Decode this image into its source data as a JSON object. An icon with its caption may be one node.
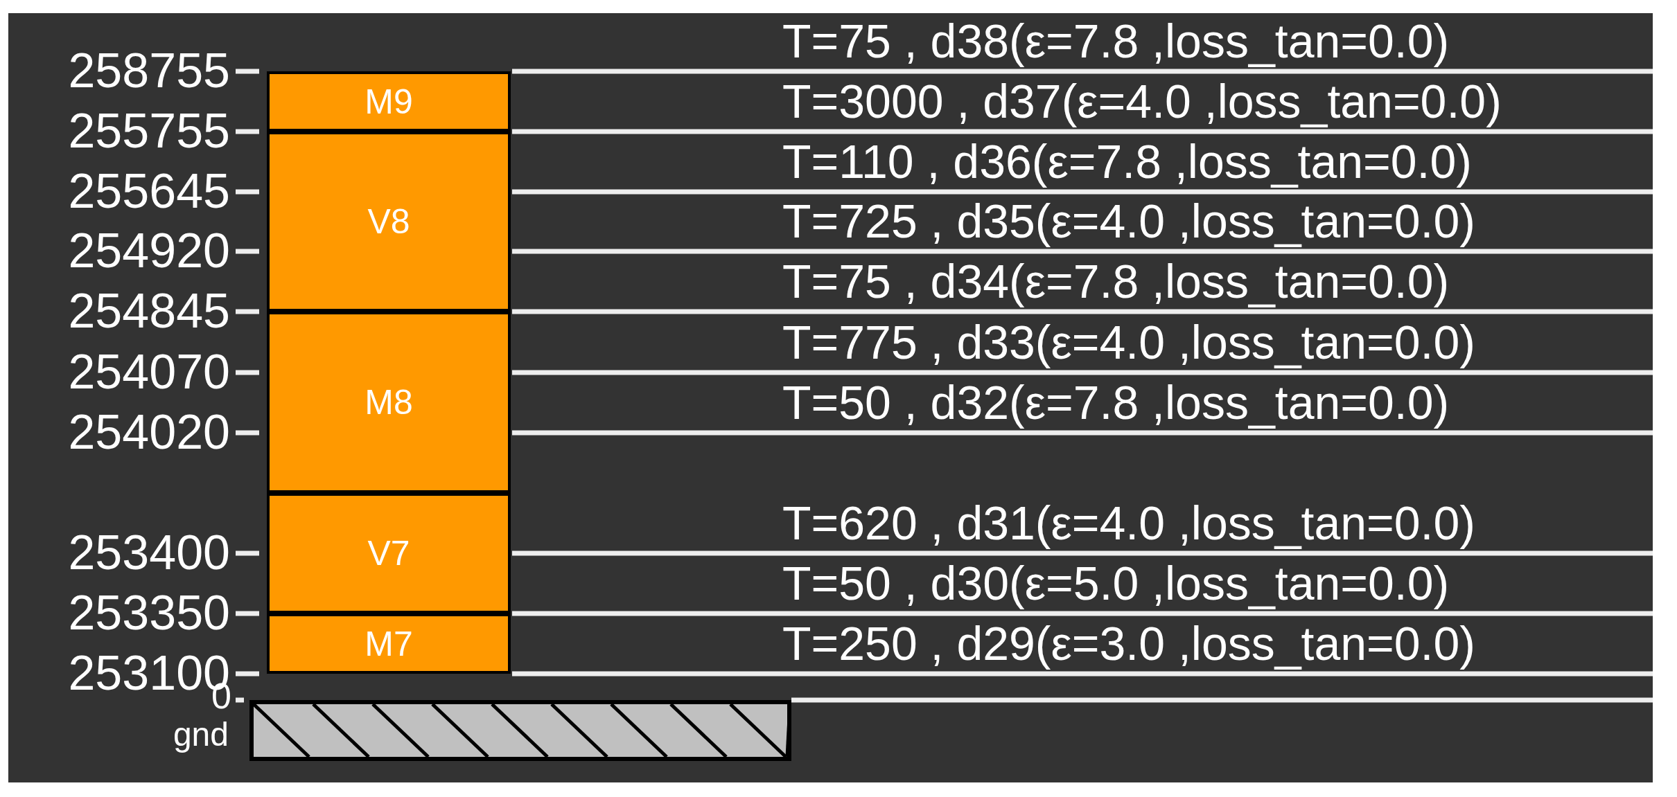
{
  "diagram": {
    "nodes": [
      {
        "text": [
          "M9"
        ]
      },
      {
        "text": [
          "V8"
        ]
      },
      {
        "text": [
          "M8"
        ]
      },
      {
        "text": [
          "V7"
        ]
      },
      {
        "text": [
          "M7"
        ]
      },
      {
        "text": [
          "gnd"
        ]
      }
    ],
    "labels": [
      "258755",
      "255755",
      "255645",
      "254920",
      "254845",
      "254070",
      "254020",
      "253400",
      "253350",
      "253100",
      "0",
      "T=75 , d38(ε=7.8 ,loss_tan=0.0)",
      "T=3000 , d37(ε=4.0 ,loss_tan=0.0)",
      "T=110 , d36(ε=7.8 ,loss_tan=0.0)",
      "T=725 , d35(ε=4.0 ,loss_tan=0.0)",
      "T=75 , d34(ε=7.8 ,loss_tan=0.0)",
      "T=775 , d33(ε=4.0 ,loss_tan=0.0)",
      "T=50 , d32(ε=7.8 ,loss_tan=0.0)",
      "T=620 , d31(ε=4.0 ,loss_tan=0.0)",
      "T=50 , d30(ε=5.0 ,loss_tan=0.0)",
      "T=250 , d29(ε=3.0 ,loss_tan=0.0)"
    ]
  }
}
